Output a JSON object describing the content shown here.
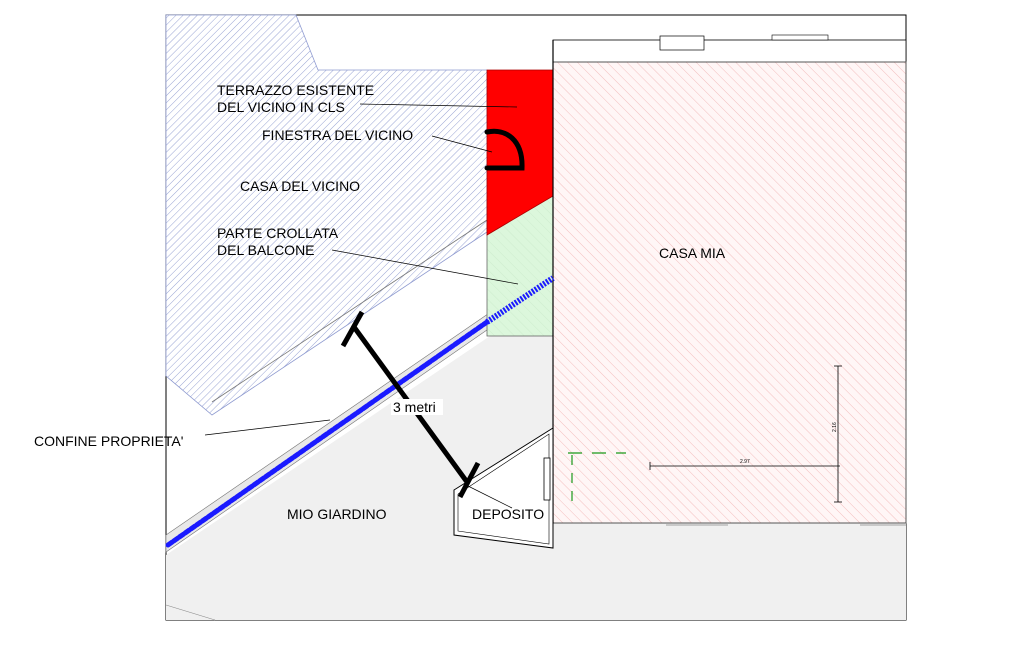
{
  "labels": {
    "terrazzo_line1": "TERRAZZO ESISTENTE",
    "terrazzo_line2": "DEL VICINO IN CLS",
    "finestra": "FINESTRA DEL VICINO",
    "casa_vicino": "CASA DEL VICINO",
    "parte_line1": "PARTE CROLLATA",
    "parte_line2": "DEL BALCONE",
    "casa_mia": "CASA MIA",
    "distanza": "3 metri",
    "confine": "CONFINE PROPRIETA'",
    "giardino": "MIO GIARDINO",
    "deposito": "DEPOSITO"
  },
  "dimensions": {
    "horizontal": "2.97",
    "vertical": "2.16"
  },
  "colors": {
    "terrazzo_fill": "#ff0000",
    "balcone_fill": "#d8f5d8",
    "confine_line": "#1a1aff",
    "casa_vicino_hatch": "#7c8ac8",
    "casa_mia_hatch": "#f3b3b3",
    "giardino_fill": "#f0f0f0"
  }
}
